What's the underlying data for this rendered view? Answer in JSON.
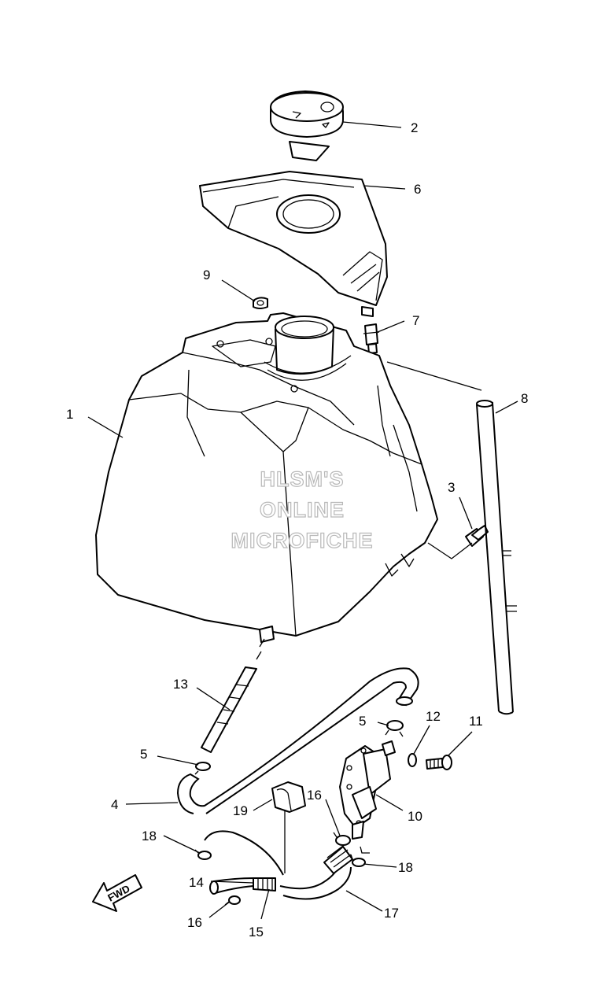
{
  "watermark": {
    "line1": "HLSM'S",
    "line2": "ONLINE",
    "line3": "MICROFICHE"
  },
  "direction_arrow": {
    "label": "FWD"
  },
  "callouts": {
    "c1": "1",
    "c2": "2",
    "c3": "3",
    "c4": "4",
    "c5a": "5",
    "c5b": "5",
    "c6": "6",
    "c7": "7",
    "c8": "8",
    "c9": "9",
    "c10": "10",
    "c11": "11",
    "c12": "12",
    "c13": "13",
    "c14": "14",
    "c15": "15",
    "c16a": "16",
    "c16b": "16",
    "c17": "17",
    "c18a": "18",
    "c18b": "18",
    "c19": "19"
  }
}
